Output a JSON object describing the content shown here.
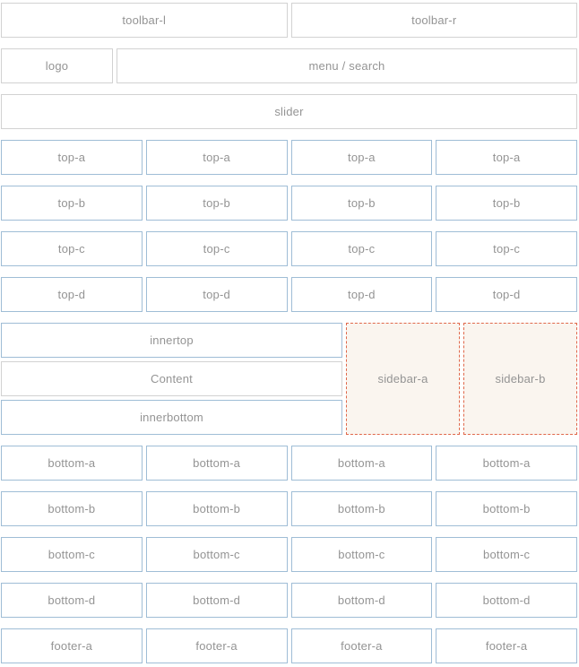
{
  "diagram": {
    "description": "Theme layout module-position preview grid"
  },
  "positions": {
    "toolbar_l": "toolbar-l",
    "toolbar_r": "toolbar-r",
    "logo": "logo",
    "menu_search": "menu / search",
    "slider": "slider",
    "top_a": "top-a",
    "top_b": "top-b",
    "top_c": "top-c",
    "top_d": "top-d",
    "innertop": "innertop",
    "content": "Content",
    "innerbottom": "innerbottom",
    "sidebar_a": "sidebar-a",
    "sidebar_b": "sidebar-b",
    "bottom_a": "bottom-a",
    "bottom_b": "bottom-b",
    "bottom_c": "bottom-c",
    "bottom_d": "bottom-d",
    "footer_a": "footer-a"
  },
  "colors": {
    "box_border_gray": "#d2d2d2",
    "box_border_blue": "#9fbdd6",
    "sidebar_border_orange": "#e0684b",
    "sidebar_background": "#faf5ef",
    "label_text": "#949494",
    "page_background": "#ffffff"
  }
}
